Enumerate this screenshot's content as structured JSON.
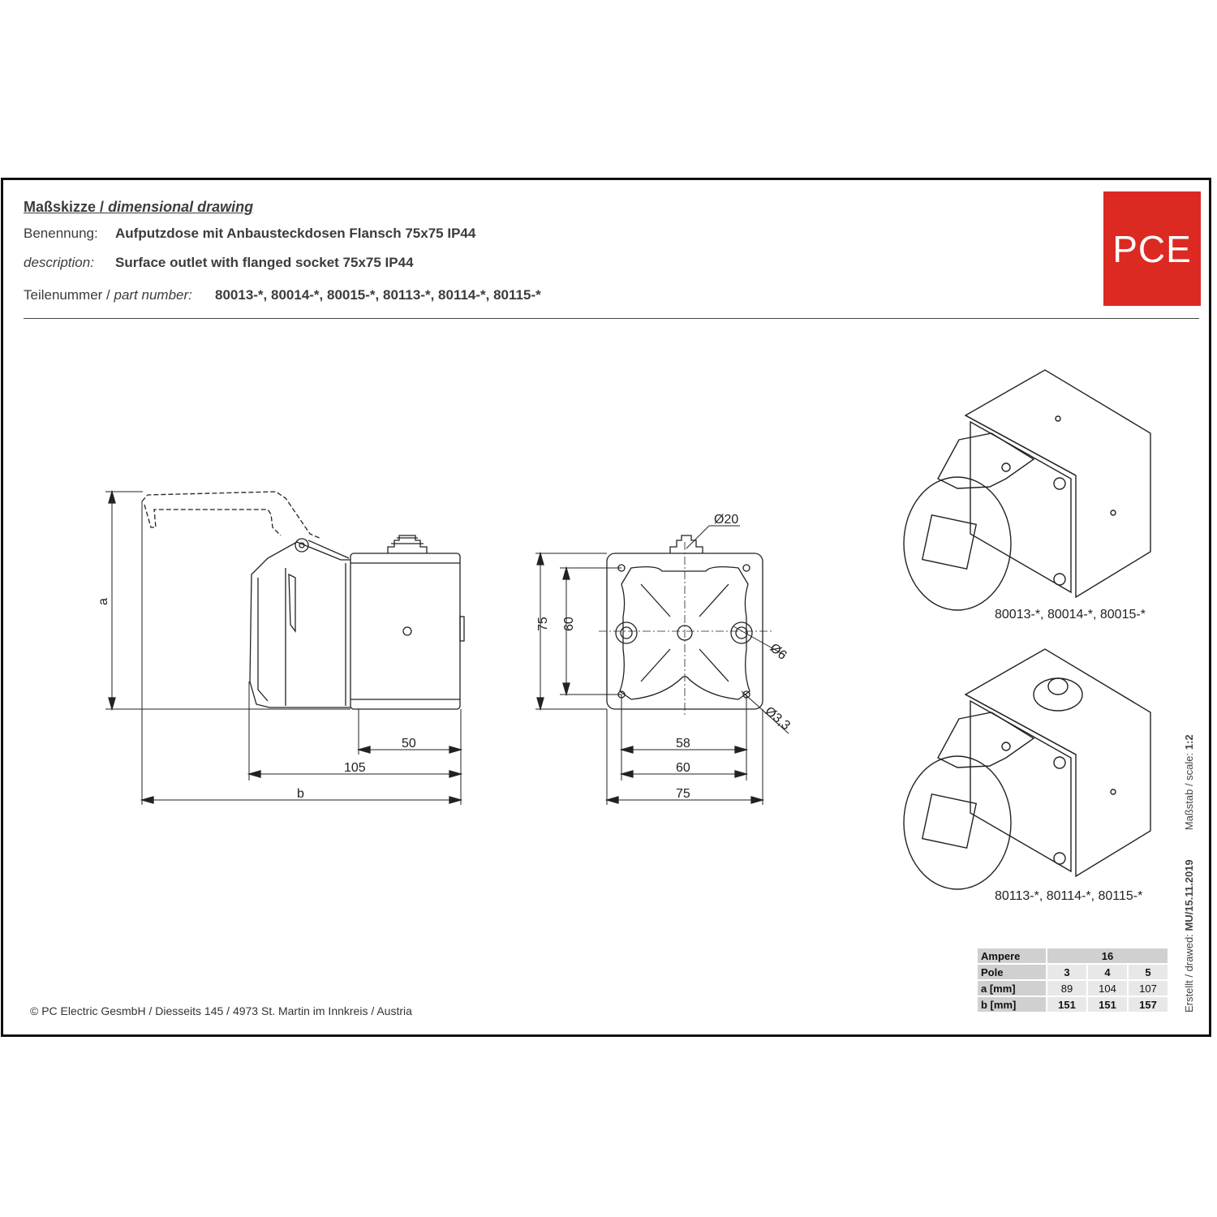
{
  "header": {
    "title_de": "Maßskizze",
    "title_sep": " / ",
    "title_en": "dimensional drawing",
    "benennung_label": "Benennung:",
    "benennung_value": "Aufputzdose mit Anbausteckdosen Flansch 75x75 IP44",
    "description_label": "description:",
    "description_value": "Surface outlet with flanged socket 75x75 IP44",
    "part_label_de": "Teilenummer",
    "part_label_sep": " / ",
    "part_label_en": "part number:",
    "part_value": "80013-*, 80014-*, 80015-*, 80113-*, 80114-*, 80115-*"
  },
  "logo": {
    "text": "PCE",
    "color": "#dc2a22"
  },
  "dimensions": {
    "side": {
      "a": "a",
      "d50": "50",
      "d105": "105",
      "b": "b"
    },
    "front": {
      "d20": "Ø20",
      "d75v": "75",
      "d60v": "60",
      "d6": "Ø6",
      "d33": "Ø3,3",
      "d58": "58",
      "d60": "60",
      "d75": "75"
    }
  },
  "captions": {
    "top": "80013-*, 80014-*, 80015-*",
    "bottom": "80113-*, 80114-*, 80115-*"
  },
  "spec_table": {
    "ampere_label": "Ampere",
    "ampere_value": "16",
    "pole_label": "Pole",
    "pole_values": [
      "3",
      "4",
      "5"
    ],
    "a_label": "a [mm]",
    "a_values": [
      "89",
      "104",
      "107"
    ],
    "b_label": "b [mm]",
    "b_values": [
      "151",
      "151",
      "157"
    ]
  },
  "side_text": {
    "created_label": "Erstellt / drawed:",
    "created_value": "MU/15.11.2019",
    "scale_label": "Maßstab / scale:",
    "scale_value": "1:2"
  },
  "footer": "© PC Electric GesmbH / Diesseits 145 / 4973 St. Martin im Innkreis / Austria"
}
